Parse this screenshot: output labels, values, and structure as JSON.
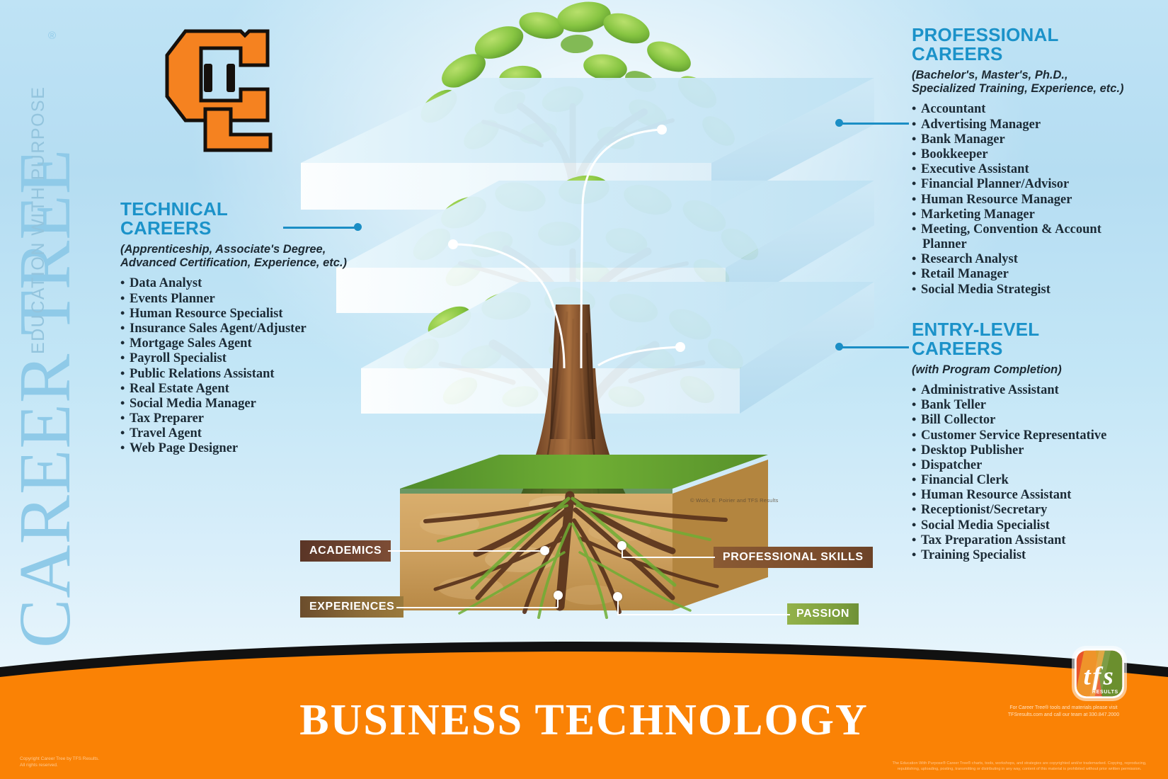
{
  "brand": {
    "vertical_title": "CAREER TREE",
    "vertical_subtitle": "EDUCATION WITH PURPOSE",
    "registered_mark": "®",
    "logo_letters": "CL",
    "logo_name": "cl-monogram-logo"
  },
  "accent_colors": {
    "heading_blue": "#1b92c9",
    "brand_orange": "#fa8205",
    "logo_orange": "#f58220",
    "body_text": "#1c2b36",
    "vertical_title_blue": "#8fcae8"
  },
  "sections": {
    "professional": {
      "title_line1": "PROFESSIONAL",
      "title_line2": "CAREERS",
      "note_line1": "(Bachelor's, Master's, Ph.D.,",
      "note_line2": "Specialized Training, Experience, etc.)",
      "jobs": [
        "Accountant",
        "Advertising Manager",
        "Bank Manager",
        "Bookkeeper",
        "Executive Assistant",
        "Financial Planner/Advisor",
        "Human Resource Manager",
        "Marketing Manager",
        "Meeting, Convention & Account",
        "Research Analyst",
        "Retail Manager",
        "Social Media Strategist"
      ],
      "jobs_wrap_continuation": "Planner"
    },
    "technical": {
      "title_line1": "TECHNICAL",
      "title_line2": "CAREERS",
      "note_line1": "(Apprenticeship, Associate's Degree,",
      "note_line2": "Advanced Certification, Experience, etc.)",
      "jobs": [
        "Data Analyst",
        "Events Planner",
        "Human Resource Specialist",
        "Insurance Sales Agent/Adjuster",
        "Mortgage Sales Agent",
        "Payroll Specialist",
        "Public Relations Assistant",
        "Real Estate Agent",
        "Social Media Manager",
        "Tax Preparer",
        "Travel Agent",
        "Web Page Designer"
      ]
    },
    "entry": {
      "title_line1": "ENTRY-LEVEL",
      "title_line2": "CAREERS",
      "note_line1": "(with Program Completion)",
      "jobs": [
        "Administrative Assistant",
        "Bank Teller",
        "Bill Collector",
        "Customer Service Representative",
        "Desktop Publisher",
        "Dispatcher",
        "Financial Clerk",
        "Human Resource Assistant",
        "Receptionist/Secretary",
        "Social Media Specialist",
        "Tax Preparation Assistant",
        "Training Specialist"
      ]
    }
  },
  "roots": [
    {
      "label": "ACADEMICS",
      "color": "#6f4430"
    },
    {
      "label": "PROFESSIONAL SKILLS",
      "color": "#7a4c2c"
    },
    {
      "label": "EXPERIENCES",
      "color": "#8a6a38"
    },
    {
      "label": "PASSION",
      "color": "#7d9f3e"
    }
  ],
  "footer": {
    "title": "BUSINESS TECHNOLOGY",
    "logo_mark": "tfs",
    "logo_sub": "RESULTS",
    "contact_line1": "For Career Tree® tools and materials please visit",
    "contact_line2": "TFSresults.com and call our team at 330.847.2000",
    "fineprint": "The Education With Purpose® Career Tree® charts, tools, workshops, and strategies are copyrighted and/or trademarked. Copying, reproducing, republishing, uploading, posting, transmitting or distributing in any way, content of this material is prohibited without prior written permission.",
    "copyright_line1": "Copyright Career Tree by TFS Results.",
    "copyright_line2": "All rights reserved."
  },
  "credit": "© Work, E. Poirier and TFS Results"
}
